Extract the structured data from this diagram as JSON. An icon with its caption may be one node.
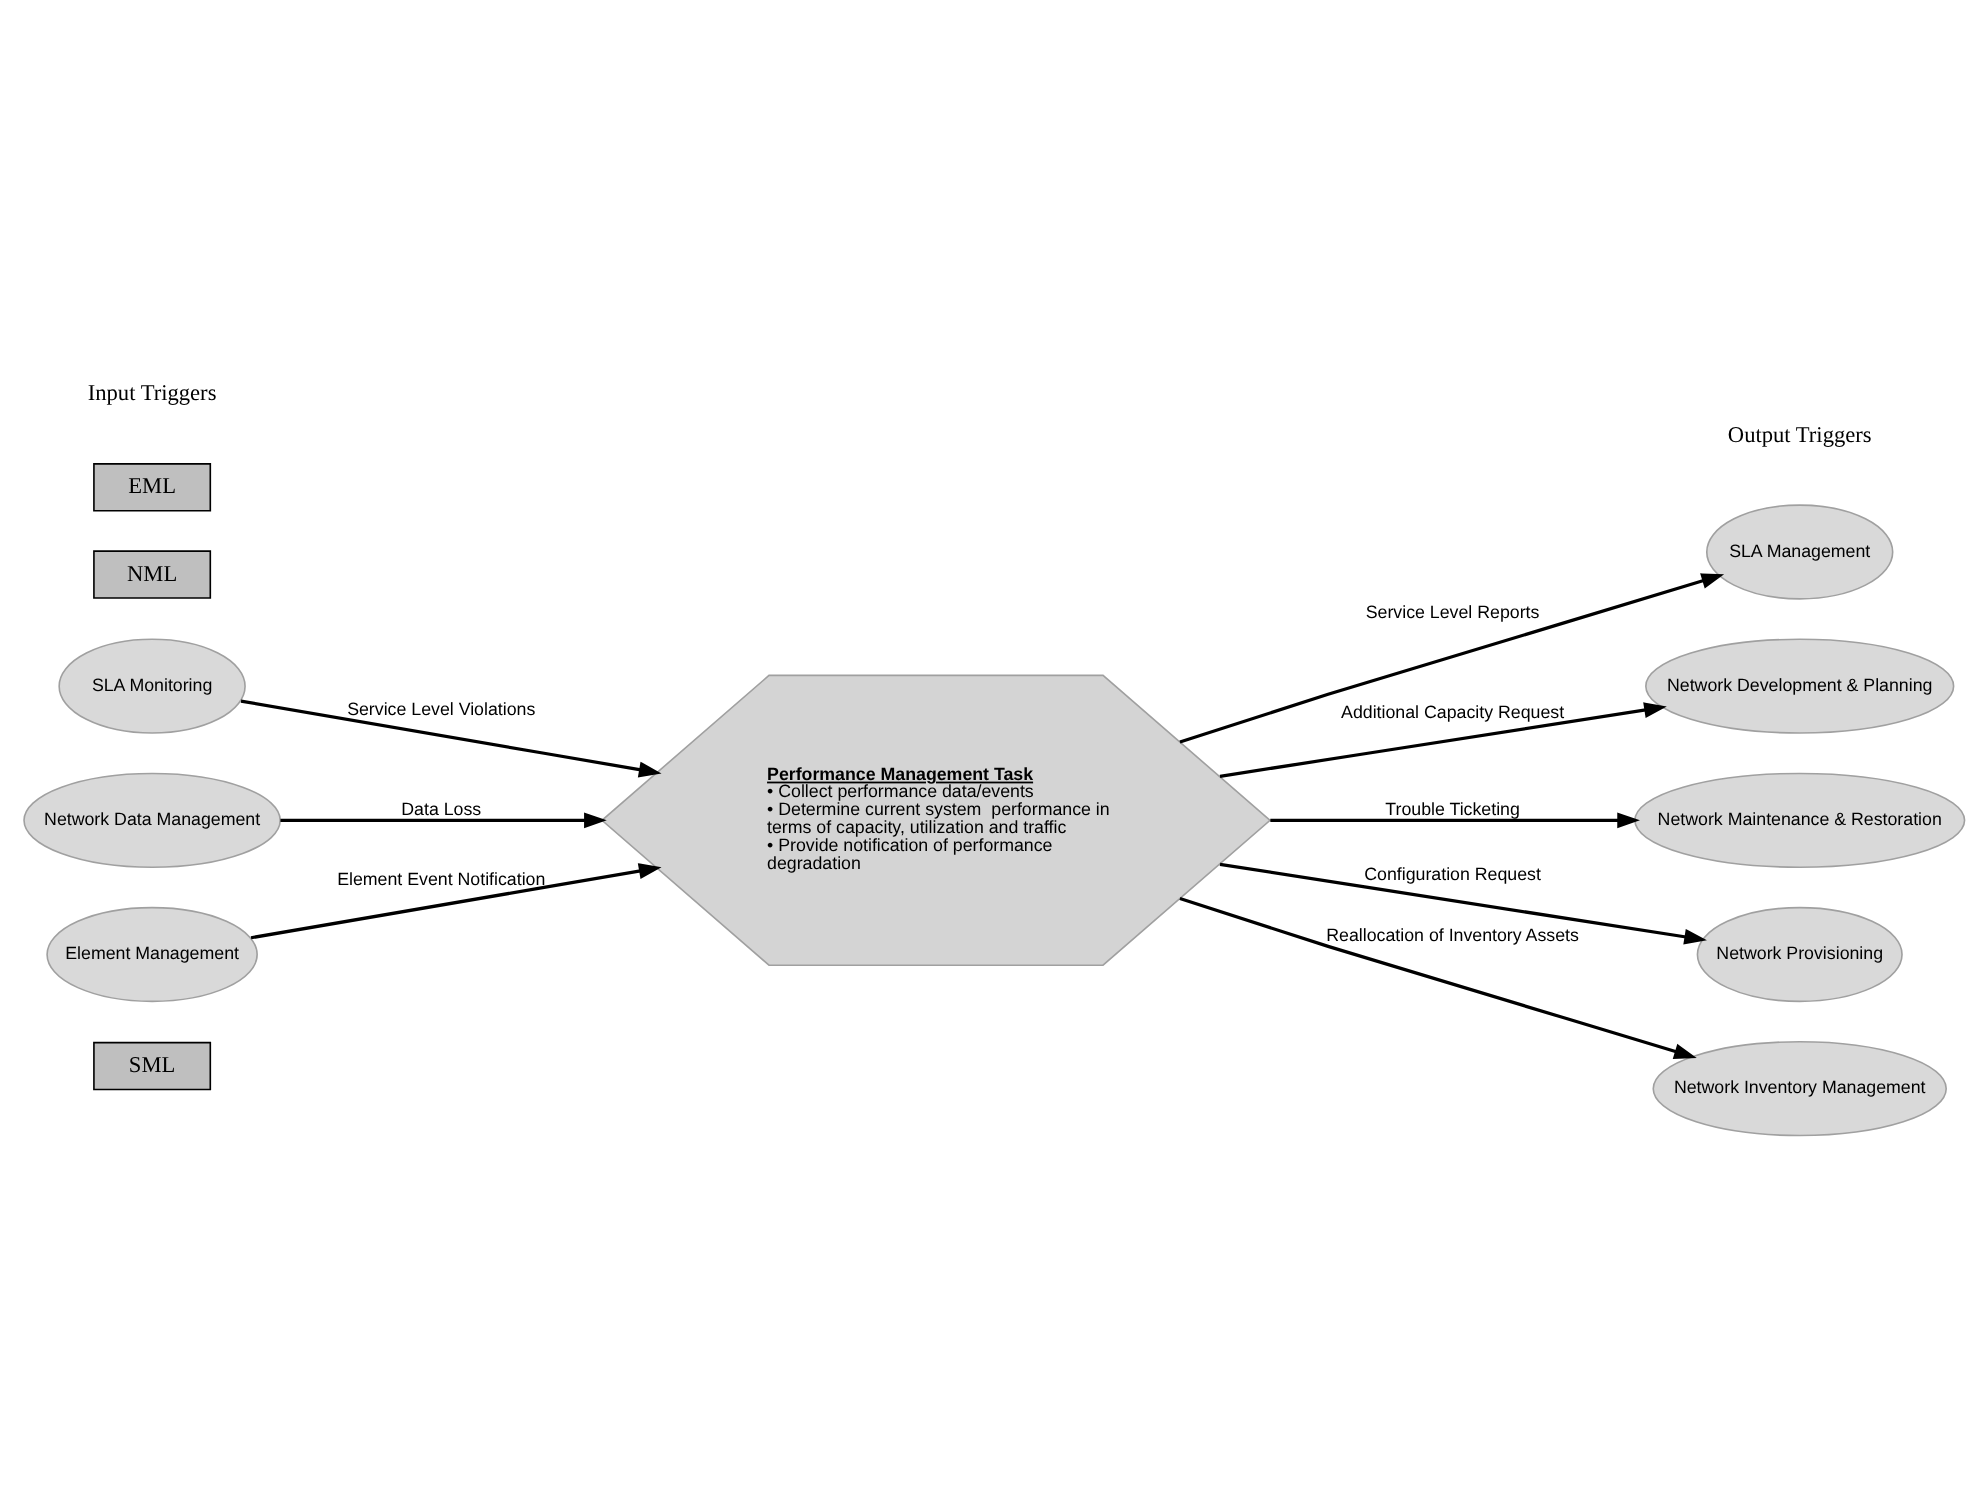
{
  "diagram": {
    "nodes": [
      {
        "text": [
          "SML"
        ]
      },
      {
        "text": [
          "SLA Monitoring"
        ]
      },
      {
        "text": [
          "NML"
        ]
      },
      {
        "text": [
          "Network Data Management"
        ]
      },
      {
        "text": [
          "EML"
        ]
      },
      {
        "text": [
          "Element Management"
        ]
      },
      {
        "text": [
          "Performance Management Task",
          "• Collect performance data/events",
          "• Determine current system  performance in terms of capacity, utilization and traffic",
          "• Provide notification of performance degradation"
        ]
      },
      {
        "text": [
          "SLA Management"
        ]
      },
      {
        "text": [
          "Network Development & Planning"
        ]
      },
      {
        "text": [
          "Network Maintenance & Restoration"
        ]
      },
      {
        "text": [
          "Network Provisioning"
        ]
      },
      {
        "text": [
          "Network Inventory Management"
        ]
      }
    ],
    "edges": [
      {
        "from": 1,
        "to": 6,
        "arrow": "to",
        "label": "Service Level Violations"
      },
      {
        "from": 3,
        "to": 6,
        "arrow": "to",
        "label": "Data Loss"
      },
      {
        "from": 5,
        "to": 6,
        "arrow": "to",
        "label": "Element Event Notification"
      },
      {
        "from": 6,
        "to": 7,
        "arrow": "to",
        "label": "Service Level Reports"
      },
      {
        "from": 6,
        "to": 8,
        "arrow": "to",
        "label": "Additional Capacity Request"
      },
      {
        "from": 6,
        "to": 9,
        "arrow": "to",
        "label": "Trouble Ticketing"
      },
      {
        "from": 6,
        "to": 10,
        "arrow": "to",
        "label": "Configuration Request"
      },
      {
        "from": 6,
        "to": 11,
        "arrow": "to",
        "label": "Reallocation of Inventory Assets"
      }
    ],
    "labels": [
      "Input Triggers",
      "Output Triggers"
    ]
  }
}
